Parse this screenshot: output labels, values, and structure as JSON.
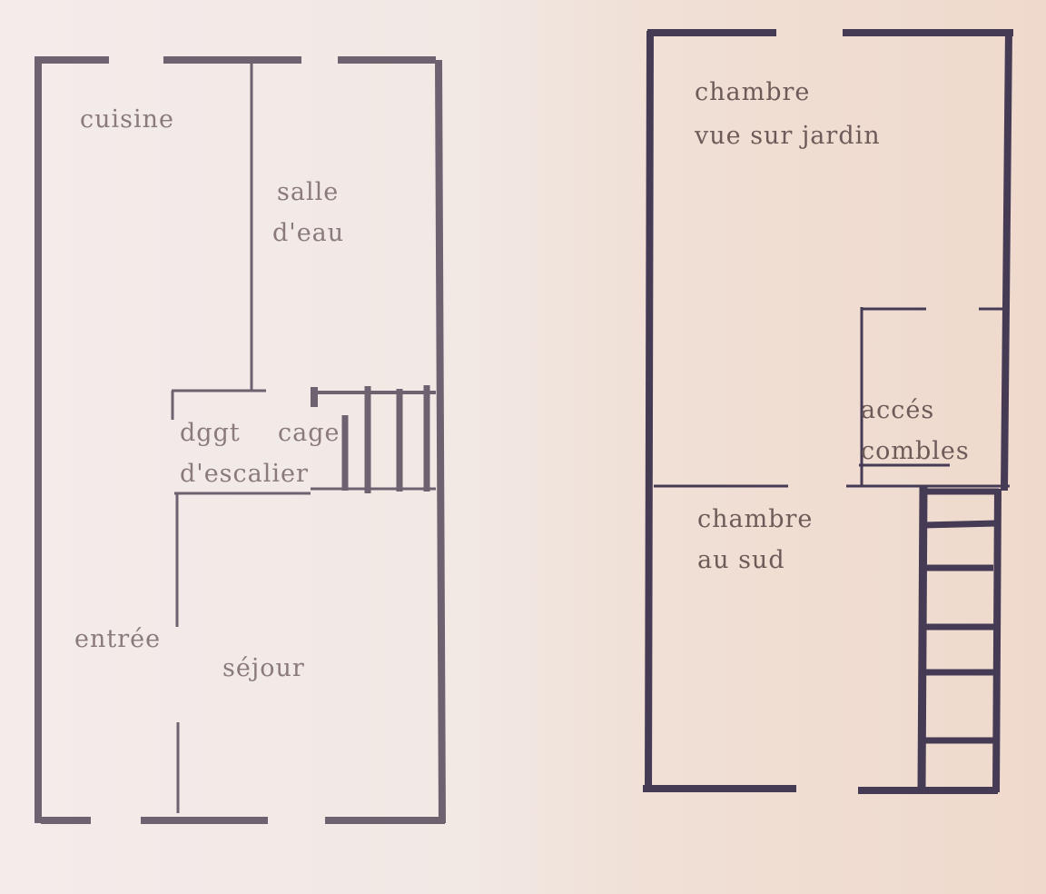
{
  "colors": {
    "left_walls": "#6c6270",
    "right_walls": "#463b55"
  },
  "ground_floor": {
    "rooms": {
      "kitchen": "cuisine",
      "shower_room_1": "salle",
      "shower_room_2": "d'eau",
      "storage": "dggt",
      "stairwell_1": "cage",
      "stairwell_2": "d'escalier",
      "entrance": "entrée",
      "living_room": "séjour"
    }
  },
  "upper_floor": {
    "rooms": {
      "bedroom_garden_1": "chambre",
      "bedroom_garden_2": "vue sur jardin",
      "attic_access_1": "accés",
      "attic_access_2": "combles",
      "bedroom_south_1": "chambre",
      "bedroom_south_2": "au sud"
    }
  }
}
